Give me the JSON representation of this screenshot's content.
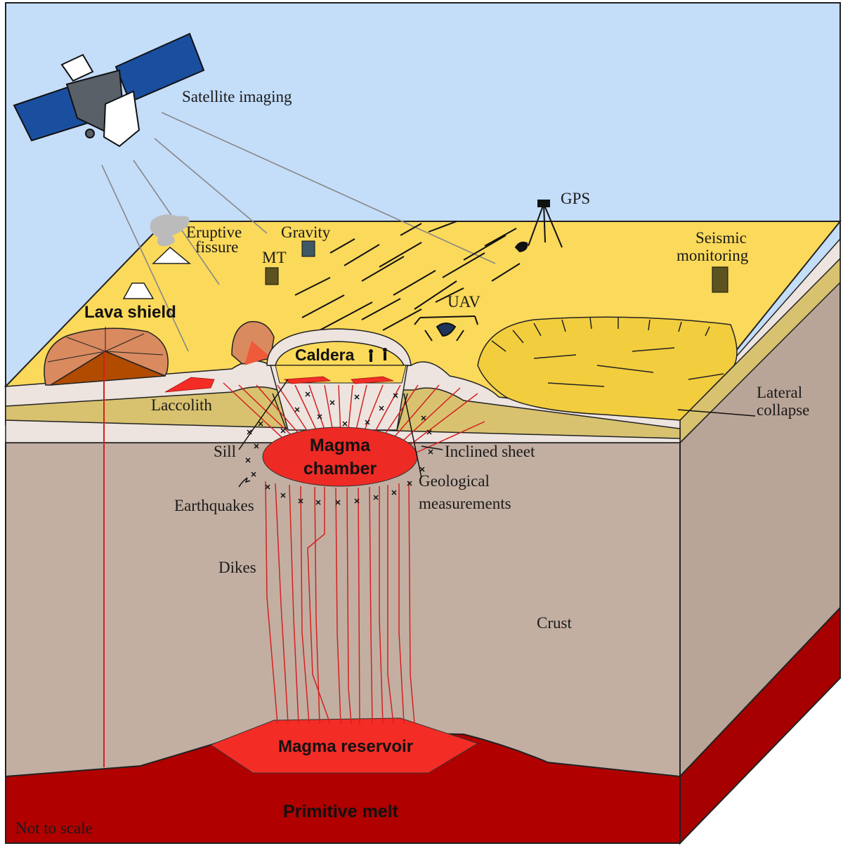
{
  "labels": {
    "satellite": "Satellite imaging",
    "gps": "GPS",
    "eruptive_1": "Eruptive",
    "eruptive_2": "fissure",
    "gravity": "Gravity",
    "mt": "MT",
    "seismic_1": "Seismic",
    "seismic_2": "monitoring",
    "lava_shield": "Lava shield",
    "uav": "UAV",
    "caldera": "Caldera",
    "laccolith": "Laccolith",
    "lateral_1": "Lateral",
    "lateral_2": "collapse",
    "sill": "Sill",
    "magma_chamber_1": "Magma",
    "magma_chamber_2": "chamber",
    "inclined_sheet": "Inclined sheet",
    "geological_1": "Geological",
    "geological_2": "measurements",
    "earthquakes": "Earthquakes",
    "dikes": "Dikes",
    "crust": "Crust",
    "magma_reservoir": "Magma reservoir",
    "primitive_melt": "Primitive melt",
    "not_to_scale": "Not to scale"
  },
  "colors": {
    "sky": "#c4ddf9",
    "surface": "#fbd95a",
    "crust": "#c2afa2",
    "crust_side": "#b9a597",
    "layer_light": "#ede4df",
    "layer_tan": "#d8c270",
    "magma": "#ee2a24",
    "melt": "#b00000",
    "solar_panel": "#1a4fa0",
    "lava_shield": "#d98a5f"
  }
}
